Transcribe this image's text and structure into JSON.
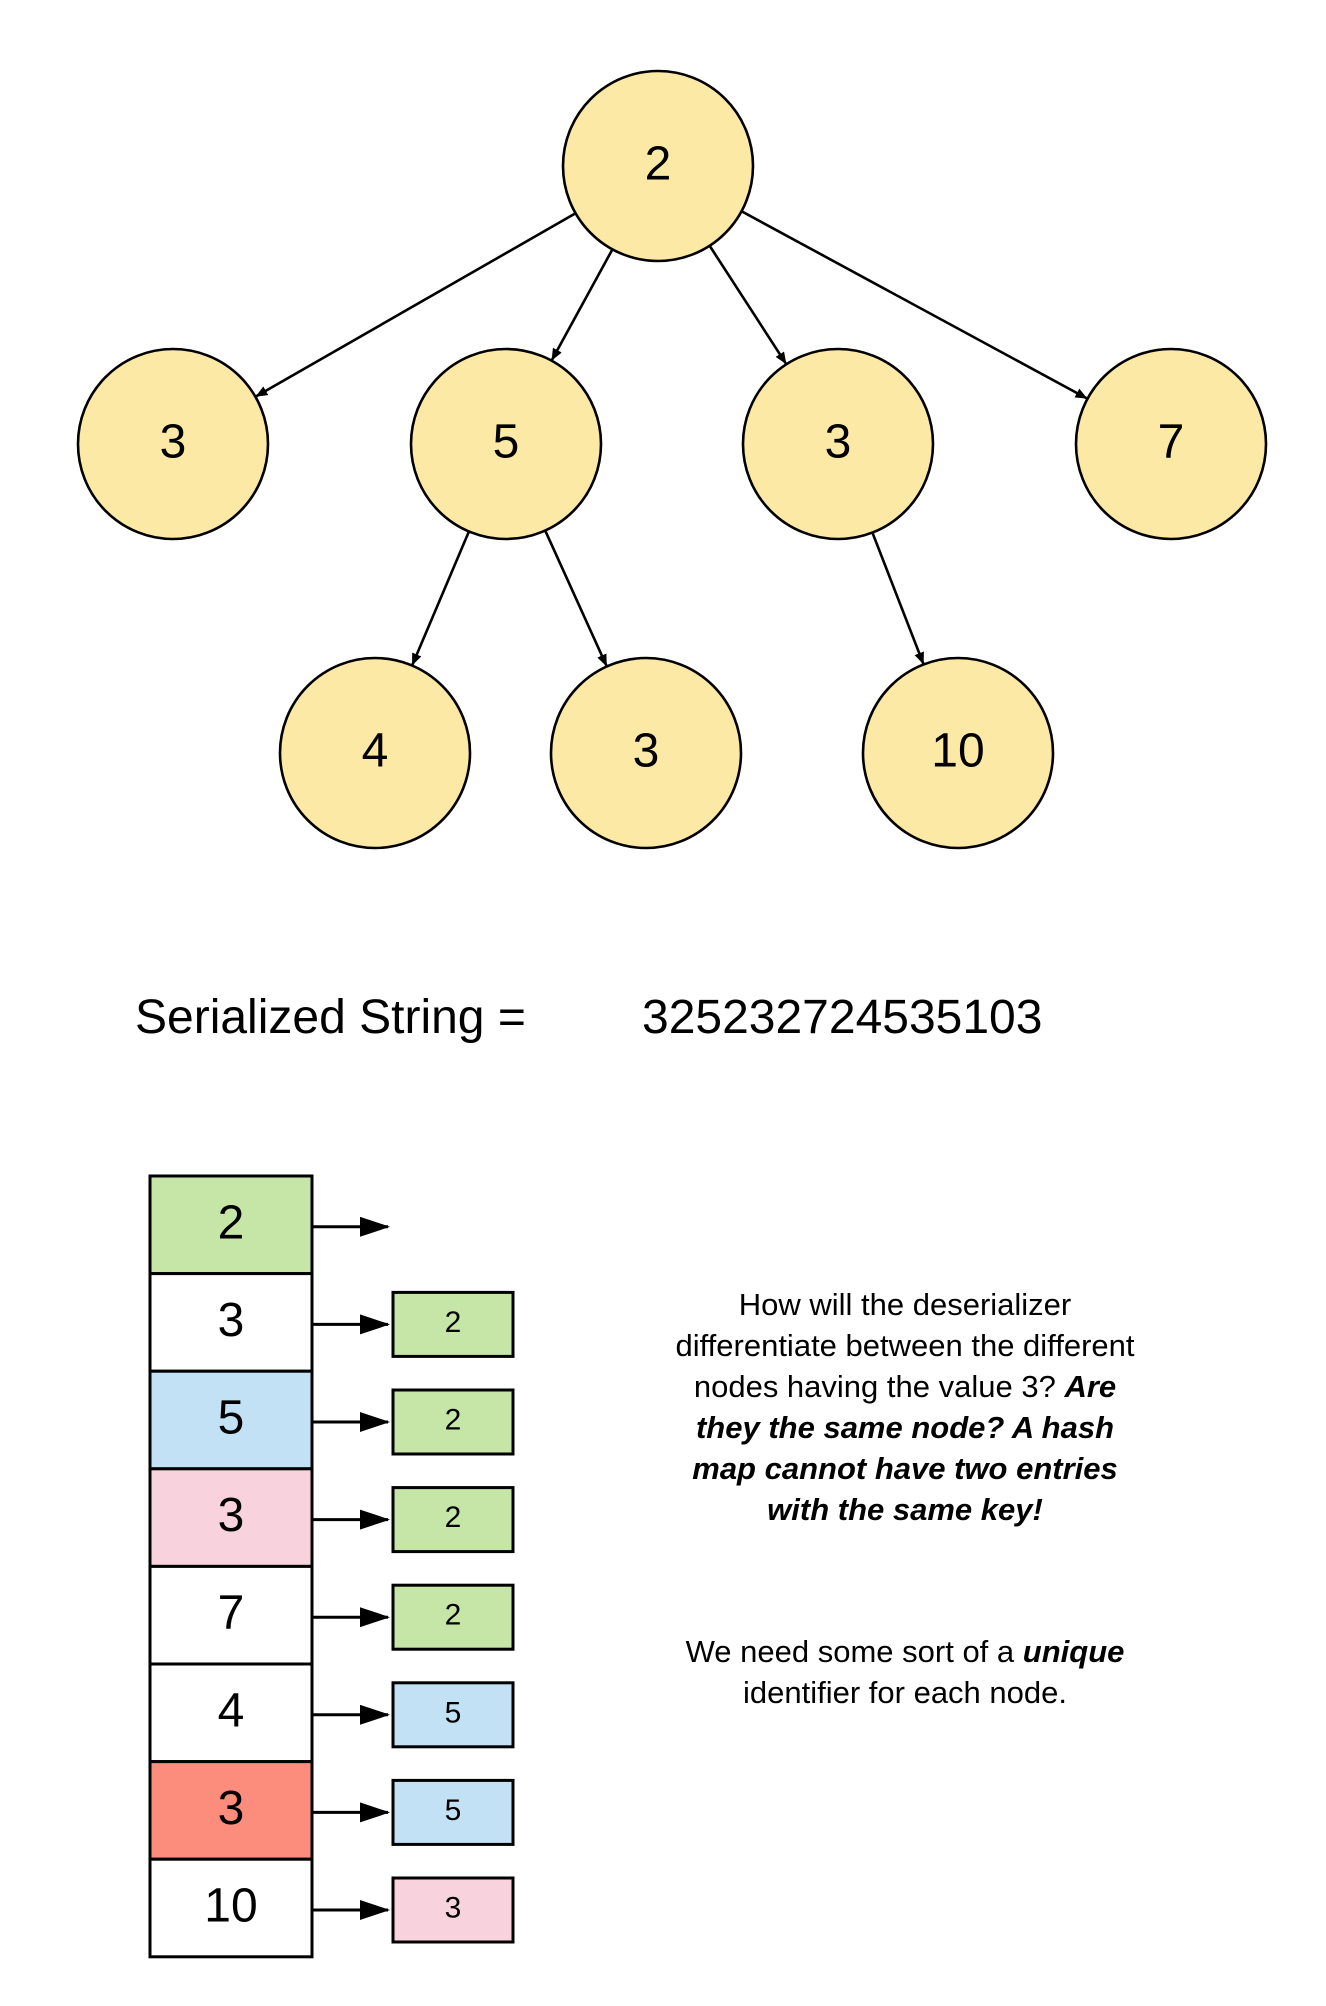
{
  "tree": {
    "nodes": [
      {
        "id": "n-root",
        "label": "2"
      },
      {
        "id": "n-a",
        "label": "3"
      },
      {
        "id": "n-b",
        "label": "5"
      },
      {
        "id": "n-c",
        "label": "3"
      },
      {
        "id": "n-d",
        "label": "7"
      },
      {
        "id": "n-e",
        "label": "4"
      },
      {
        "id": "n-f",
        "label": "3"
      },
      {
        "id": "n-g",
        "label": "10"
      }
    ],
    "edges": [
      {
        "from": "n-root",
        "to": "n-a"
      },
      {
        "from": "n-root",
        "to": "n-b"
      },
      {
        "from": "n-root",
        "to": "n-c"
      },
      {
        "from": "n-root",
        "to": "n-d"
      },
      {
        "from": "n-b",
        "to": "n-e"
      },
      {
        "from": "n-b",
        "to": "n-f"
      },
      {
        "from": "n-c",
        "to": "n-g"
      }
    ],
    "node_fill": "#FDE9A6"
  },
  "serialized": {
    "label": "Serialized String =",
    "value": "325232724535103"
  },
  "table": {
    "rows": [
      {
        "key": "2",
        "key_color": "#C6E6A8",
        "parent": null,
        "parent_color": null
      },
      {
        "key": "3",
        "key_color": "#FFFFFF",
        "parent": "2",
        "parent_color": "#C6E6A8"
      },
      {
        "key": "5",
        "key_color": "#C2E1F4",
        "parent": "2",
        "parent_color": "#C6E6A8"
      },
      {
        "key": "3",
        "key_color": "#F8D3DE",
        "parent": "2",
        "parent_color": "#C6E6A8"
      },
      {
        "key": "7",
        "key_color": "#FFFFFF",
        "parent": "2",
        "parent_color": "#C6E6A8"
      },
      {
        "key": "4",
        "key_color": "#FFFFFF",
        "parent": "5",
        "parent_color": "#C2E1F4"
      },
      {
        "key": "3",
        "key_color": "#FC8D7C",
        "parent": "5",
        "parent_color": "#C2E1F4"
      },
      {
        "key": "10",
        "key_color": "#FFFFFF",
        "parent": "3",
        "parent_color": "#F8D3DE"
      }
    ]
  },
  "note1": {
    "plain": "How will the deserializer differentiate between the different nodes having the value 3?",
    "bold": "Are they the same node? A hash map cannot have two entries with the same key!"
  },
  "note2": {
    "before": "We need some sort of a",
    "emphasis": "unique",
    "after": "identifier for each node."
  }
}
